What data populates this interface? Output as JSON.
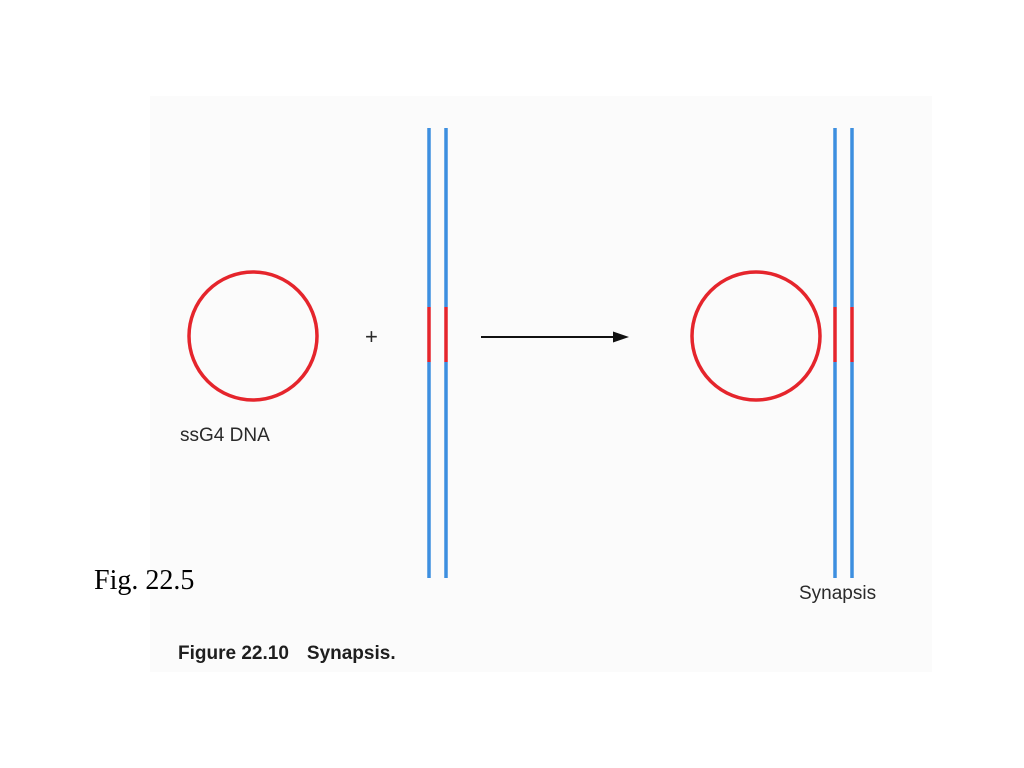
{
  "diagram": {
    "ssg4_label": "ssG4 DNA",
    "plus_symbol": "+",
    "product_label": "Synapsis",
    "slide_label": "Fig. 22.5",
    "caption_number": "Figure 22.10",
    "caption_title": "Synapsis."
  },
  "colors": {
    "circle_dna": "#e5252c",
    "duplex_strand": "#3d8fe0",
    "pairing_region": "#e5252c",
    "arrow": "#111111",
    "panel_background": "#fbfbfb"
  }
}
